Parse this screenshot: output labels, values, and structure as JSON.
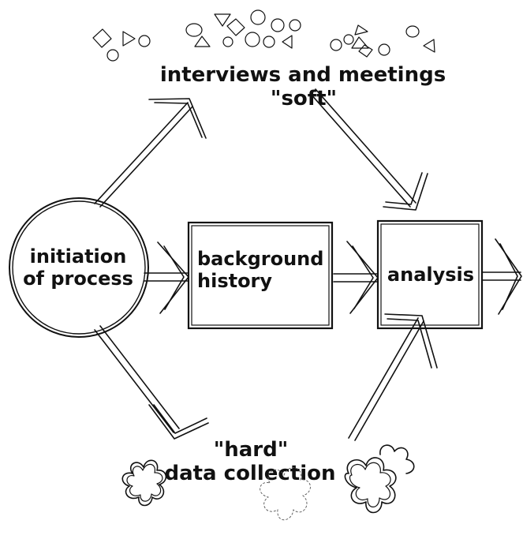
{
  "nodes": {
    "initiation": [
      "initiation",
      "of process"
    ],
    "background": [
      "background",
      "history"
    ],
    "analysis": [
      "analysis"
    ]
  },
  "soft_branch": [
    "interviews and meetings",
    "\"soft\""
  ],
  "hard_branch": [
    "\"hard\"",
    "data collection"
  ]
}
